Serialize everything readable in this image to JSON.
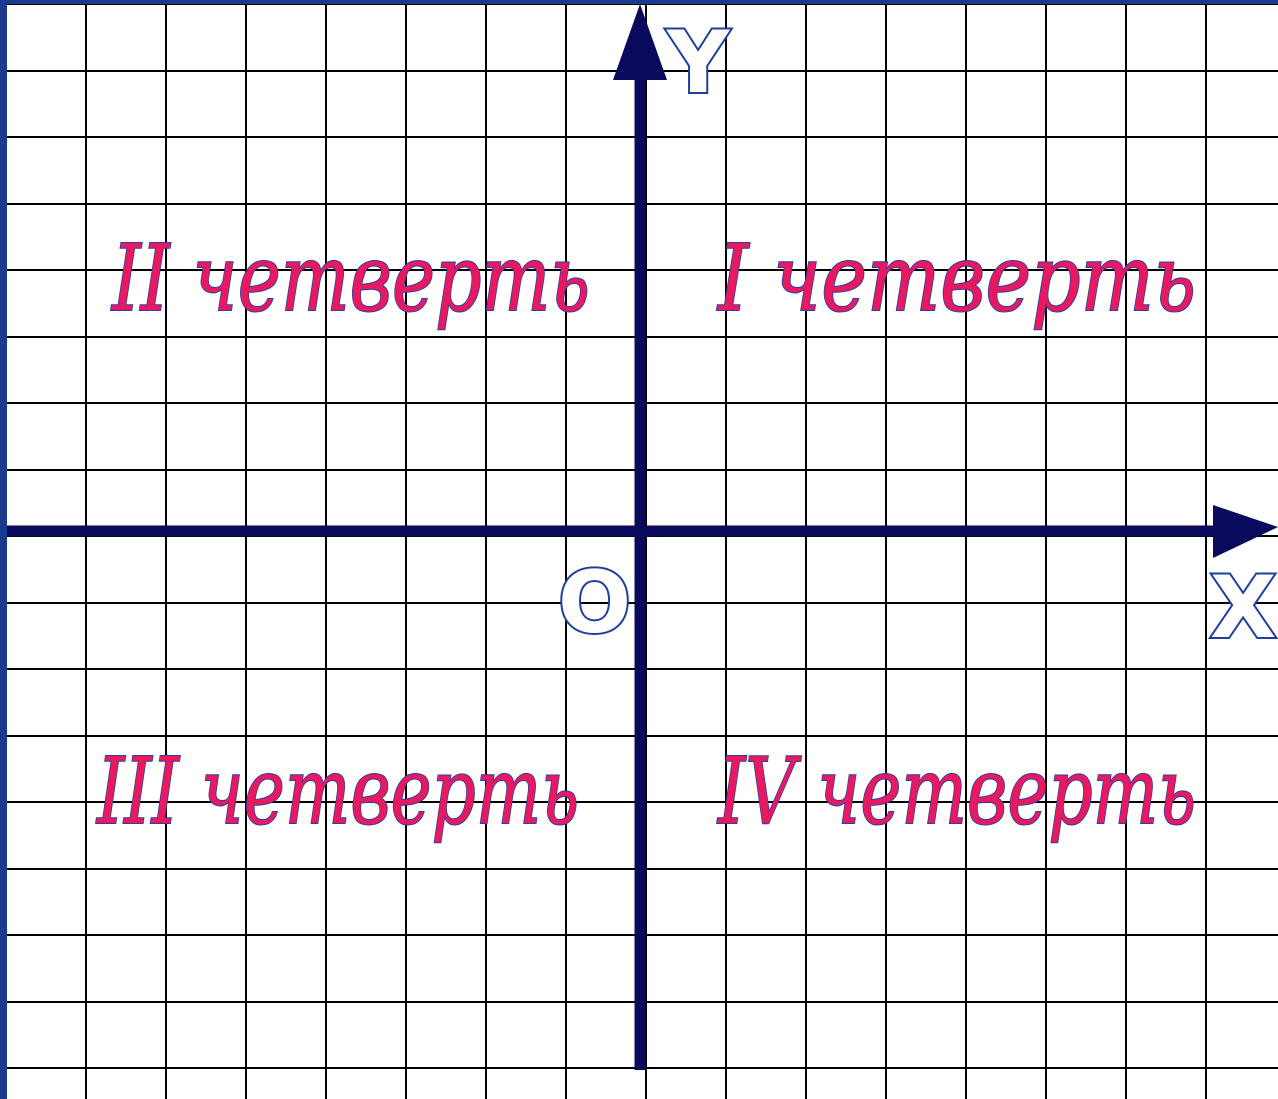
{
  "axes": {
    "x_label": "X",
    "y_label": "Y",
    "origin_label": "O"
  },
  "quadrants": {
    "q1": "I четверть",
    "q2": "II четверть",
    "q3": "III четверть",
    "q4": "IV четверть"
  },
  "colors": {
    "grid": "#000000",
    "axis": "#0a0a5c",
    "quadrant_text": "#e8195f",
    "quadrant_outline": "#2a3fa8",
    "letter_outline": "#1d3f9e",
    "frame": "#1a3a8c"
  }
}
